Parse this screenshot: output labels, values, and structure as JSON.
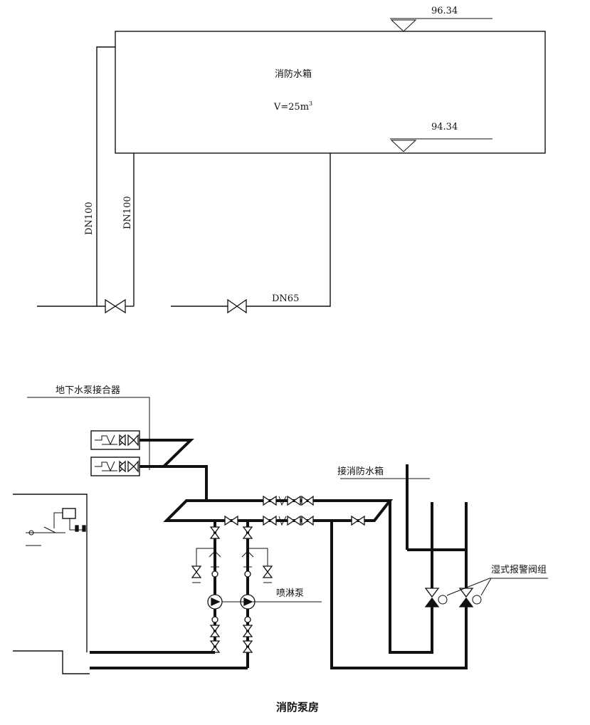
{
  "tank": {
    "name": "消防水箱",
    "volume_prefix": "V=25m",
    "volume_sup": "3",
    "top_level": "96.34",
    "bottom_level": "94.34"
  },
  "pipes": {
    "overflow_size": "DN100",
    "drain_size": "DN100",
    "outlet_size": "DN65"
  },
  "pump_room": {
    "connector_label": "地下水泵接合器",
    "tank_link_label": "接消防水箱",
    "pump_label": "喷淋泵",
    "alarm_valve_label": "湿式报警阀组",
    "title": "消防泵房"
  }
}
